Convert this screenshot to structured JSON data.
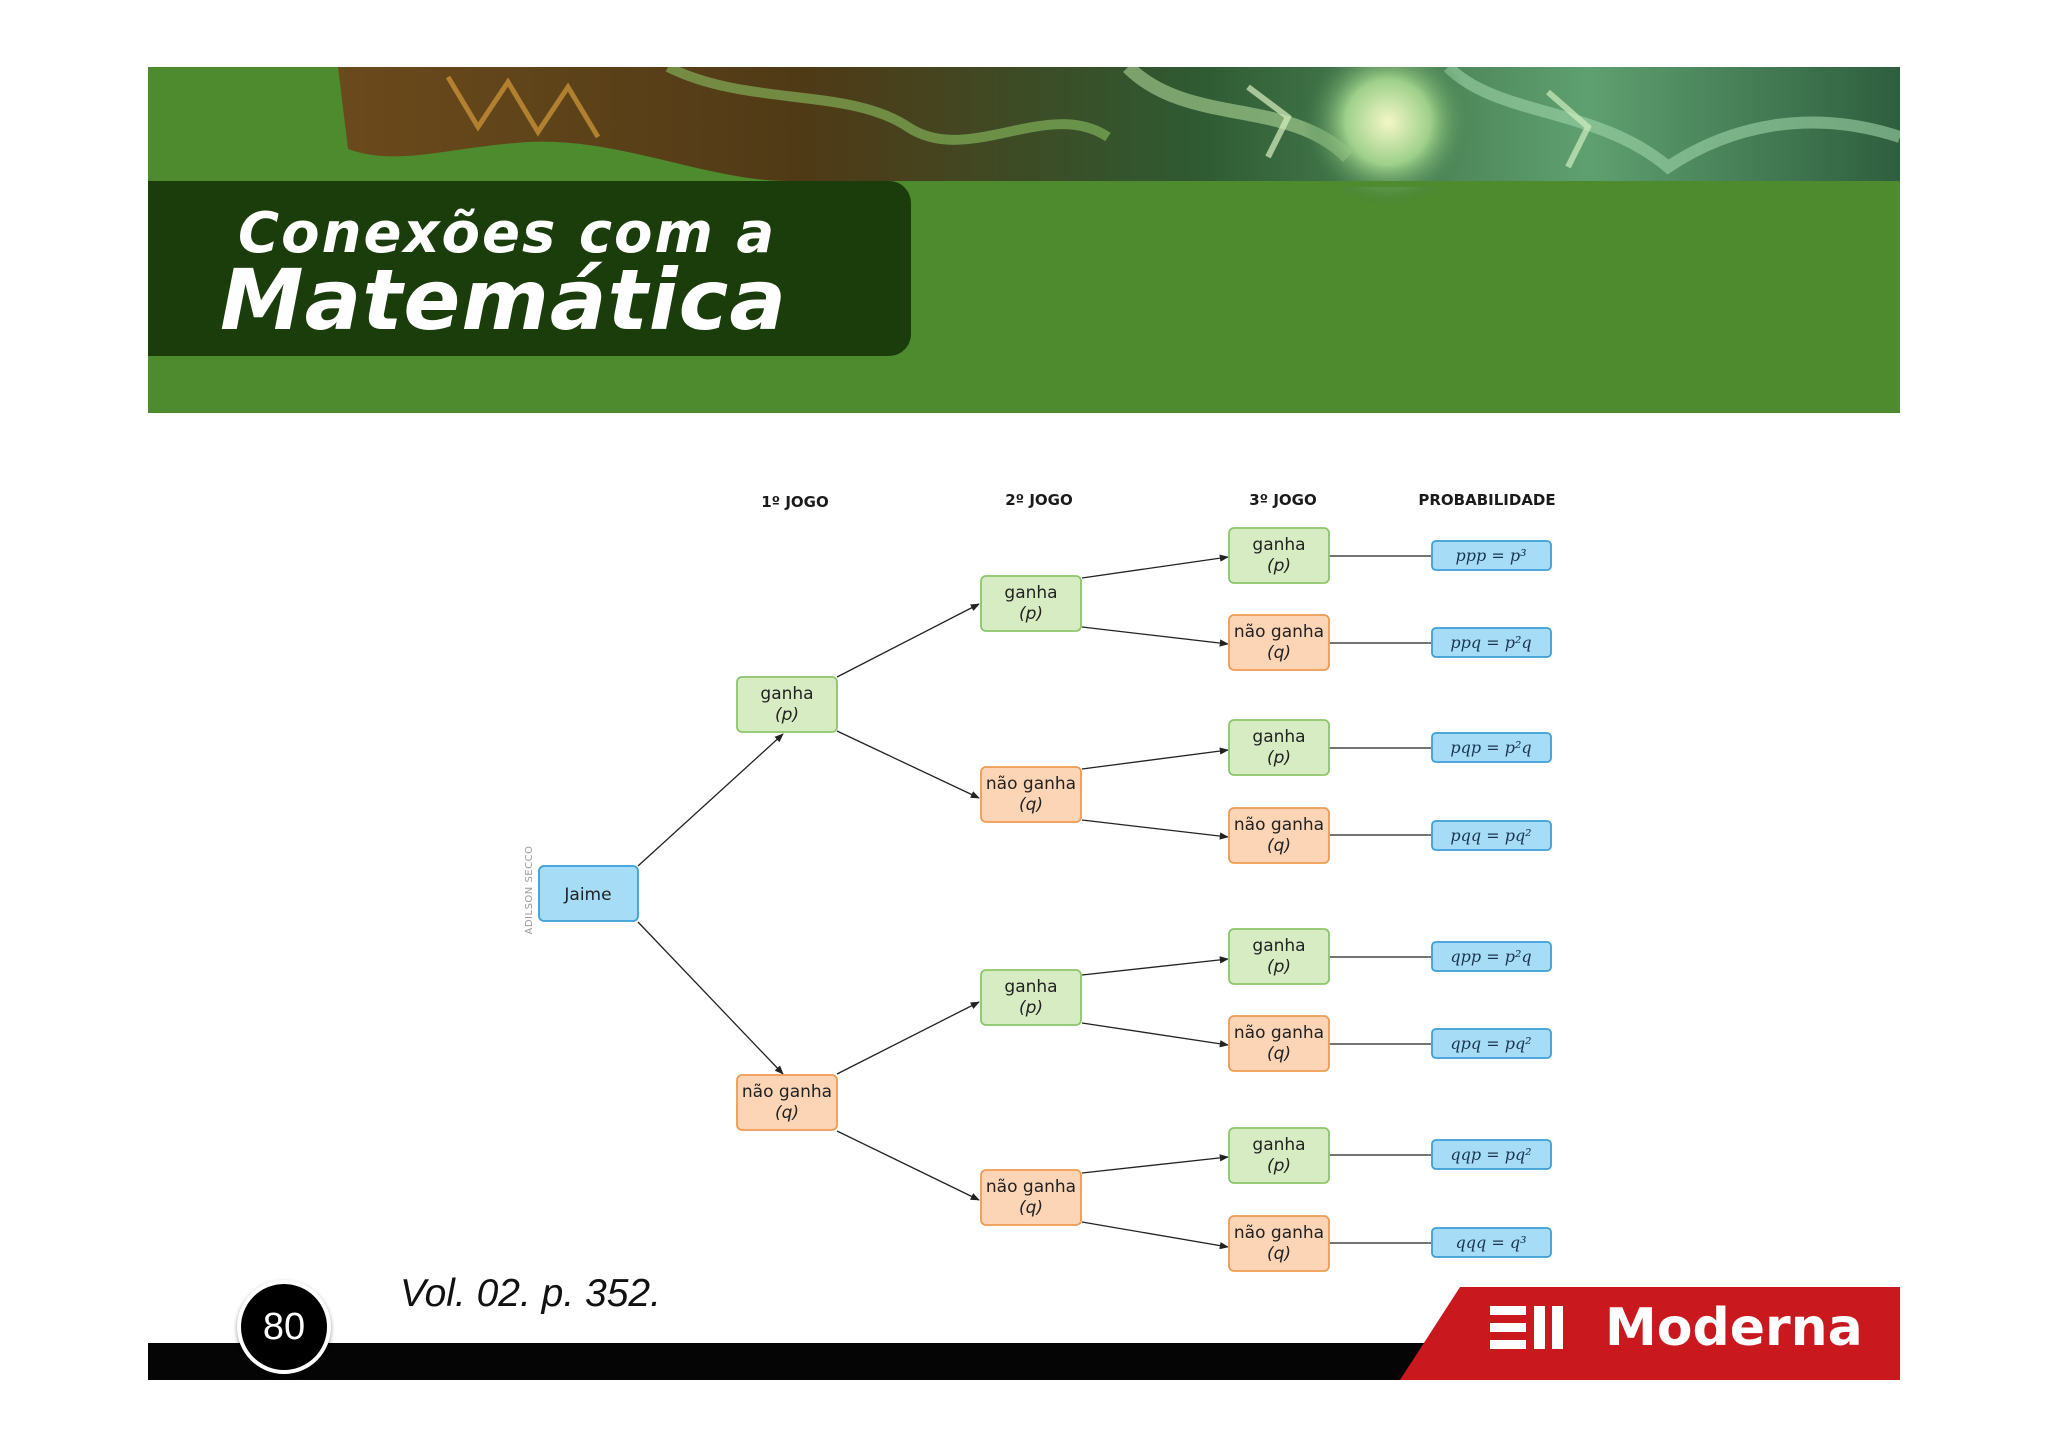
{
  "banner": {
    "title_line1": "Conexões com a",
    "title_line2": "Matemática",
    "background_color": "#4e8a2e",
    "title_box_color": "#1a3d0b"
  },
  "diagram": {
    "credit": "ADILSON SECCO",
    "column_headers": [
      "1º JOGO",
      "2º JOGO",
      "3º JOGO",
      "PROBABILIDADE"
    ],
    "root": "Jaime",
    "win_label": "ganha",
    "lose_label": "não ganha",
    "win_var": "(p)",
    "lose_var": "(q)",
    "probabilities": [
      "ppp = p³",
      "ppq = p²q",
      "pqp = p²q",
      "pqq = pq²",
      "qpp = p²q",
      "qpq = pq²",
      "qqp = pq²",
      "qqq = q³"
    ],
    "colors": {
      "root_fill": "#a6dcf6",
      "root_stroke": "#3a9fd6",
      "win_fill": "#d8ecc4",
      "win_stroke": "#8cc56a",
      "lose_fill": "#fbd5b5",
      "lose_stroke": "#ef9b53",
      "prob_fill": "#a6dcf6",
      "prob_stroke": "#3a9fd6"
    }
  },
  "footer": {
    "page_number": "80",
    "reference": "Vol. 02. p. 352.",
    "publisher": "Moderna",
    "publisher_color": "#c9191e"
  }
}
